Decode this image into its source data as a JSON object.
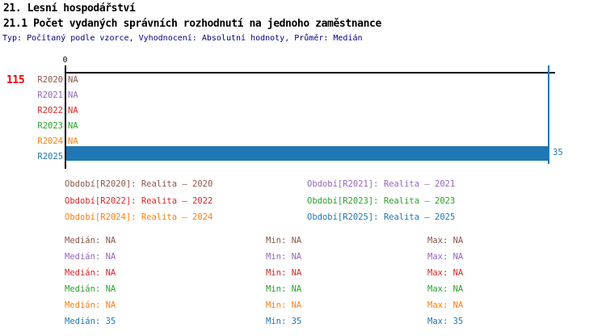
{
  "header": {
    "chapter_title": "21. Lesní hospodářství",
    "indicator_title": "21.1 Počet vydaných správních rozhodnutí na jednoho zaměstnance",
    "meta_line": "Typ: Počítaný podle vzorce, Vyhodnocení: Absolutní hodnoty, Průměr: Medián"
  },
  "indicator_number": "115",
  "colors": {
    "title_text": "#000000",
    "meta_text": "#000080",
    "indicator_number": "#ee0000",
    "axis": "#000000",
    "bar_fill": "#1f77b4",
    "max_line": "#1f77b4"
  },
  "chart_data": {
    "type": "bar",
    "orientation": "horizontal",
    "title": "21.1 Počet vydaných správních rozhodnutí na jednoho zaměstnance",
    "categories": [
      "R2020",
      "R2021",
      "R2022",
      "R2023",
      "R2024",
      "R2025"
    ],
    "values": [
      null,
      null,
      null,
      null,
      null,
      35
    ],
    "value_labels": [
      "NA",
      "NA",
      "NA",
      "NA",
      "NA",
      "35"
    ],
    "series_colors": [
      "#8c564b",
      "#9467bd",
      "#d62728",
      "#2ca02c",
      "#ff7f0e",
      "#1f77b4"
    ],
    "xlabel": "",
    "ylabel": "",
    "xlim": [
      0,
      35
    ],
    "x_origin_tick_label": "0",
    "max_value_gridline": 35,
    "grid": "single vertical line at max value",
    "legend_position": "below chart, two columns"
  },
  "legend": {
    "items": [
      {
        "label": "Období[R2020]: Realita – 2020",
        "color": "#8c564b"
      },
      {
        "label": "Období[R2021]: Realita – 2021",
        "color": "#9467bd"
      },
      {
        "label": "Období[R2022]: Realita – 2022",
        "color": "#d62728"
      },
      {
        "label": "Období[R2023]: Realita – 2023",
        "color": "#2ca02c"
      },
      {
        "label": "Období[R2024]: Realita – 2024",
        "color": "#ff7f0e"
      },
      {
        "label": "Období[R2025]: Realita – 2025",
        "color": "#1f77b4"
      }
    ]
  },
  "stats": {
    "rows": [
      {
        "median": "Medián: NA",
        "min": "Min: NA",
        "max": "Max: NA",
        "color": "#8c564b"
      },
      {
        "median": "Medián: NA",
        "min": "Min: NA",
        "max": "Max: NA",
        "color": "#9467bd"
      },
      {
        "median": "Medián: NA",
        "min": "Min: NA",
        "max": "Max: NA",
        "color": "#d62728"
      },
      {
        "median": "Medián: NA",
        "min": "Min: NA",
        "max": "Max: NA",
        "color": "#2ca02c"
      },
      {
        "median": "Medián: NA",
        "min": "Min: NA",
        "max": "Max: NA",
        "color": "#ff7f0e"
      },
      {
        "median": "Medián: 35",
        "min": "Min: 35",
        "max": "Max: 35",
        "color": "#1f77b4"
      }
    ]
  }
}
